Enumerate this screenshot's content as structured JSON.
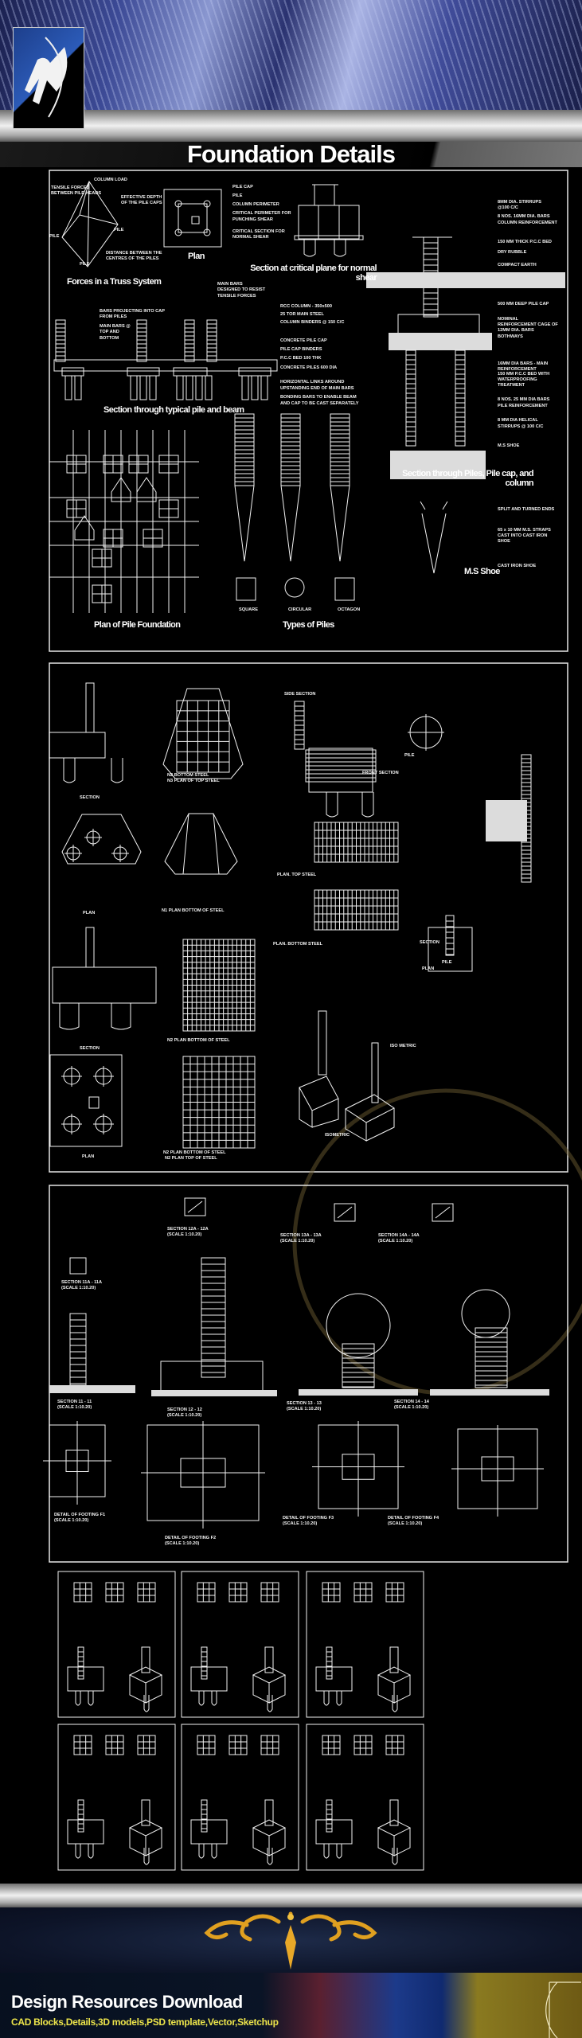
{
  "header": {
    "title": "Foundation Details",
    "logo_icon": "archer-logo-icon"
  },
  "panel1": {
    "labels": [
      "COLUMN LOAD",
      "EFFECTIVE DEPTH",
      "OF THE PILE CAPS",
      "TENSILE FORCES",
      "BETWEEN PILE HEADS",
      "PILE",
      "PILE",
      "PILE",
      "DISTANCE BETWEEN THE",
      "CENTRES OF THE PILES",
      "PILE CAP",
      "PILE",
      "COLUMN PERIMETER",
      "CRITICAL PERIMETER FOR",
      "PUNCHING SHEAR",
      "CRITICAL SECTION FOR",
      "NORMAL SHEAR",
      "MAIN BARS",
      "DESIGNED TO RESIST",
      "TENSILE FORCES",
      "BARS PROJECTING INTO CAP",
      "FROM PILES",
      "MAIN BARS @",
      "TOP AND",
      "BOTTOM",
      "RCC COLUMN - 350x500",
      "25 TOR MAIN STEEL",
      "COLUMN BINDERS @ 150 C/C",
      "CONCRETE PILE CAP",
      "PILE CAP BINDERS",
      "P.C.C BED 100 THK",
      "CONCRETE PILES 600 DIA",
      "HORIZONTAL LINKS AROUND",
      "UPSTANDING END OF MAIN BARS",
      "BONDING BARS TO ENABLE BEAM",
      "AND CAP TO BE CAST SEPARATELY",
      "SQUARE",
      "CIRCULAR",
      "OCTAGON",
      "8MM DIA. STIRRUPS",
      "@100 C/C",
      "8 NOS. 16MM DIA. BARS",
      "COLUMN REINFORCEMENT",
      "150 MM THICK P.C.C BED",
      "DRY RUBBLE",
      "COMPACT EARTH",
      "500 MM DEEP PILE CAP",
      "NOMINAL",
      "REINFORCEMENT CAGE OF",
      "12MM DIA. BARS",
      "BOTHWAYS",
      "16MM DIA BARS - MAIN",
      "REINFORCEMENT",
      "150 MM P.C.C BED WITH",
      "WATERPROOFING",
      "TREATMENT",
      "8 NOS. 25 MM DIA BARS",
      "PILE REINFORCEMENT",
      "8 MM DIA HELICAL",
      "STIRRUPS @ 100 C/C",
      "M.S SHOE",
      "SPLIT AND TURNED ENDS",
      "65 x 10 MM M.S. STRAPS",
      "CAST INTO CAST IRON",
      "SHOE",
      "CAST IRON SHOE"
    ],
    "titles": [
      "Forces in a Truss System",
      "Plan",
      "Section at critical plane for normal",
      "shear",
      "Section through typical pile and beam",
      "Plan of Pile Foundation",
      "Types of Piles",
      "Section through Piles, Pile cap, and",
      "column",
      "M.S Shoe"
    ]
  },
  "panel2": {
    "labels": [
      "SECTION",
      "N2 BOTTOM STEEL",
      "N3 PLAN OF TOP STEEL",
      "SIDE SECTION",
      "PILE",
      "FRONT SECTION",
      "PLAN",
      "N1 PLAN BOTTOM OF STEEL",
      "PLAN. TOP STEEL",
      "PLAN. BOTTOM STEEL",
      "SECTION",
      "PILE",
      "PLAN",
      "SECTION",
      "N2 PLAN BOTTOM OF STEEL",
      "PLAN",
      "N2 PLAN BOTTOM OF STEEL",
      "N2 PLAN TOP OF STEEL",
      "ISOMETRIC",
      "ISO METRIC"
    ]
  },
  "panel3": {
    "labels": [
      "SECTION 12A - 12A",
      "(SCALE 1:10.20)",
      "SECTION 13A - 13A",
      "(SCALE 1:10.20)",
      "SECTION 14A - 14A",
      "(SCALE 1:10.20)",
      "SECTION 11A - 11A",
      "(SCALE 1:10.20)",
      "SECTION 11 - 11",
      "(SCALE 1:10.20)",
      "SECTION 12 - 12",
      "(SCALE 1:10.20)",
      "SECTION 13 - 13",
      "(SCALE 1:10.20)",
      "SECTION 14 - 14",
      "(SCALE 1:10.20)",
      "DETAIL OF FOOTING F1",
      "(SCALE 1:10.20)",
      "DETAIL OF FOOTING F2",
      "(SCALE 1:10.20)",
      "DETAIL OF FOOTING F3",
      "(SCALE 1:10.20)",
      "DETAIL OF FOOTING F4",
      "(SCALE 1:10.20)"
    ]
  },
  "footer": {
    "title": "Design Resources Download",
    "subtitle": "CAD Blocks,Details,3D models,PSD template,Vector,Sketchup",
    "ornament_icon": "gold-ornament-icon",
    "colors": {
      "subtitle": "#ece44a",
      "ornament": "#e0a020",
      "drawing_lines": "#f2f2f2",
      "background": "#000000"
    }
  }
}
